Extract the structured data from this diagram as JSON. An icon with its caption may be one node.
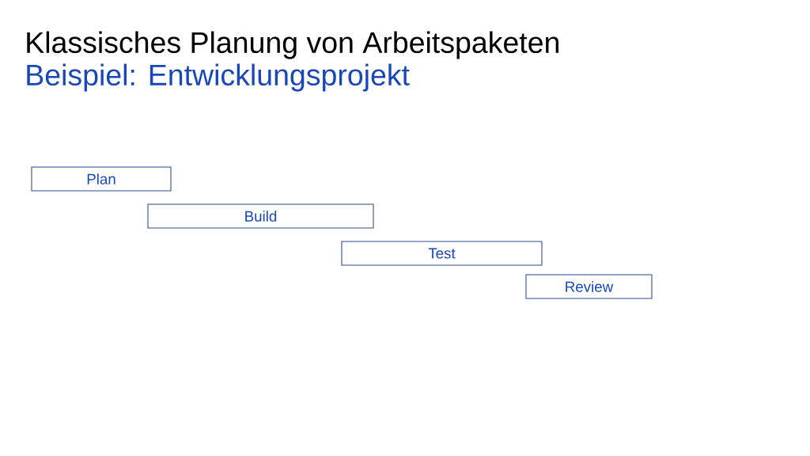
{
  "diagram": {
    "title": "Klassisches Planung von Arbeitspaketen",
    "nodes": [
      {
        "text": [
          "Plan"
        ]
      },
      {
        "text": [
          "Build"
        ]
      },
      {
        "text": [
          "Test"
        ]
      },
      {
        "text": [
          "Review"
        ]
      }
    ],
    "labels": [
      "Beispiel: Entwicklungsprojekt"
    ]
  }
}
